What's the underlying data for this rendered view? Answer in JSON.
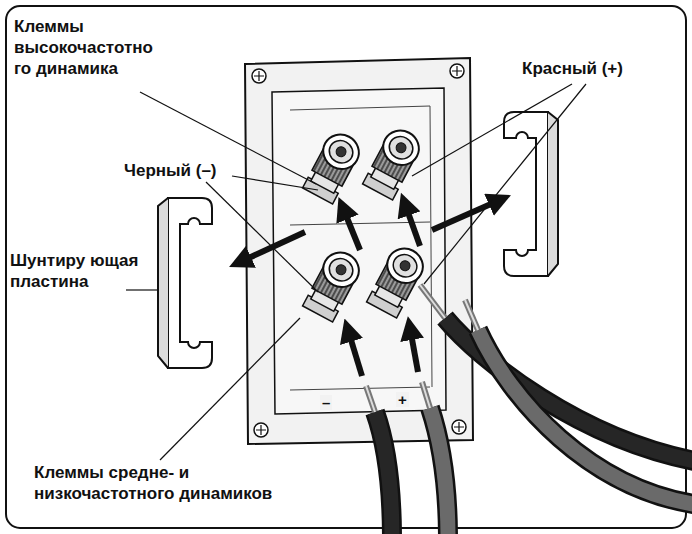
{
  "diagram": {
    "labels": [
      "Клеммы высокочастотно го динамика",
      "Черный (–)",
      "Красный (+)",
      "Шунтиру ющая пластина",
      "Клеммы средне- и низкочастотного динамиков",
      "–",
      "+"
    ]
  }
}
